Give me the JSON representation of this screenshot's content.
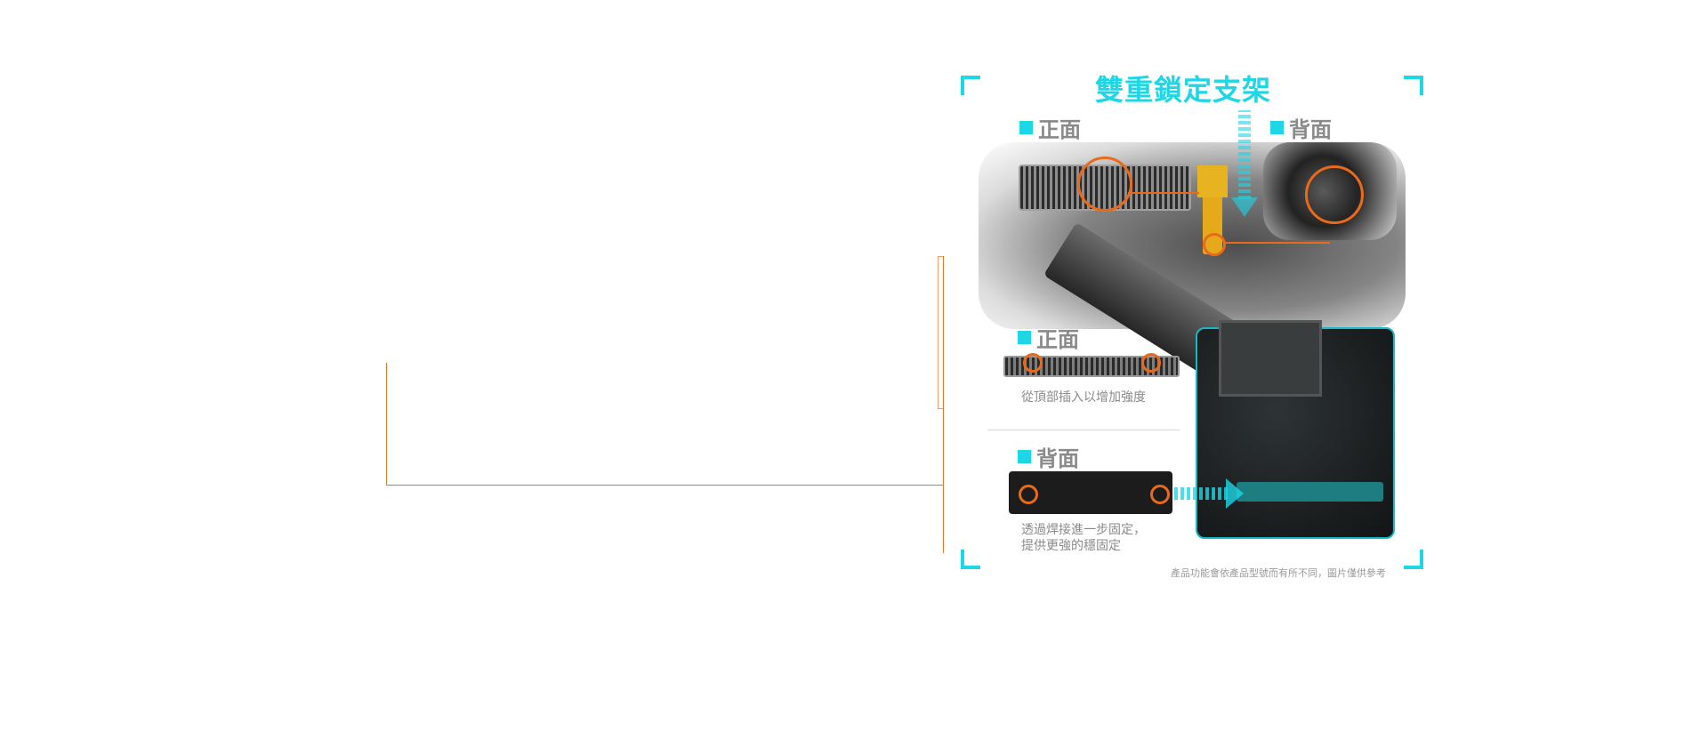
{
  "title": "雙重鎖定支架",
  "labels": {
    "front_top": "正面",
    "back_top": "背面",
    "front_mid": "正面",
    "back_bottom": "背面"
  },
  "captions": {
    "front": "從頂部插入以增加強度",
    "back_line1": "透過焊接進一步固定，",
    "back_line2": "提供更強的穩固定"
  },
  "disclaimer": "產品功能會依產品型號而有所不同，圖片僅供參考",
  "colors": {
    "accent_cyan": "#1dd6e6",
    "accent_orange": "#ea6a1b",
    "latch_yellow": "#e5a91a",
    "label_gray": "#8a8a8a"
  }
}
